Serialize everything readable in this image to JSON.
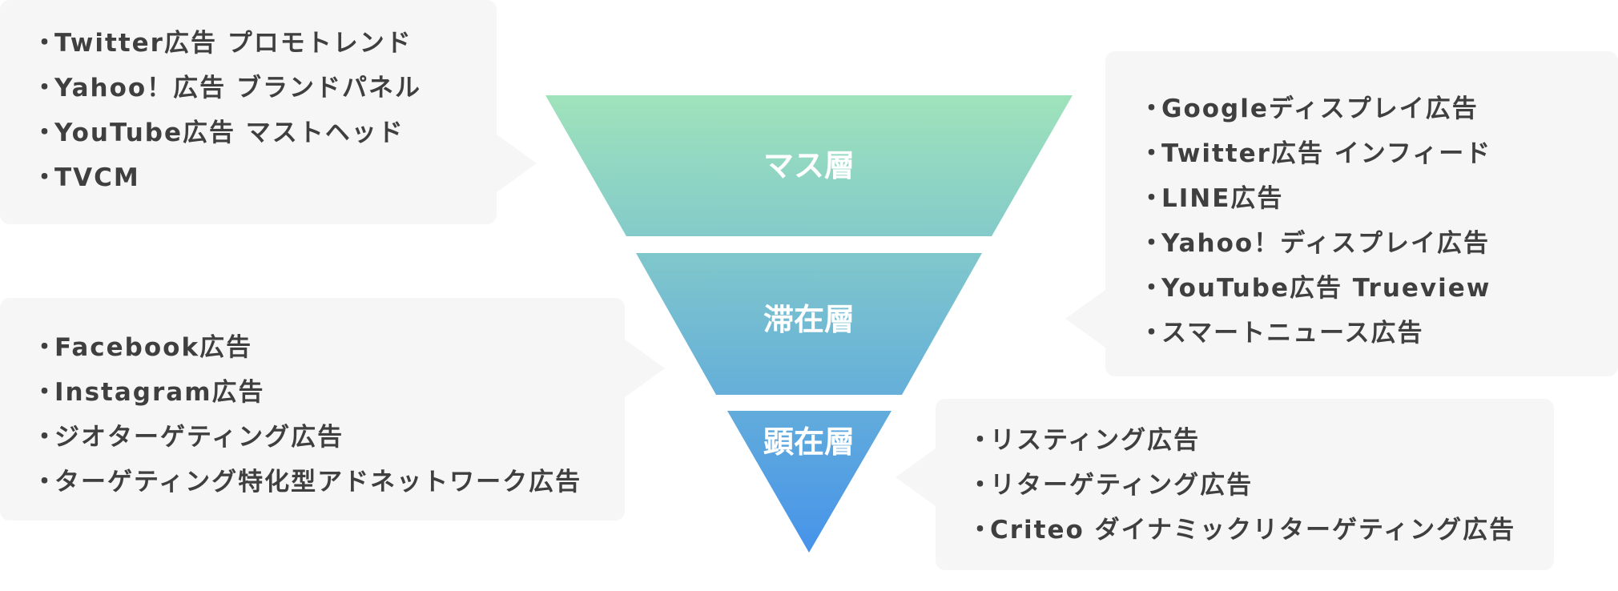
{
  "funnel": {
    "tiers": [
      {
        "label": "マス層"
      },
      {
        "label": "滞在層"
      },
      {
        "label": "顕在層"
      }
    ],
    "colors": {
      "top": "#9fe3bb",
      "bottom": "#4693ea"
    }
  },
  "bubbles": {
    "mass": {
      "items": [
        "Twitter広告 プロモトレンド",
        "Yahoo！広告 ブランドパネル",
        "YouTube広告 マストヘッド",
        "TVCM"
      ]
    },
    "mass_right": {
      "items": [
        "Googleディスプレイ広告",
        "Twitter広告 インフィード",
        "LINE広告",
        "Yahoo！ディスプレイ広告",
        "YouTube広告 Trueview",
        "スマートニュース広告"
      ]
    },
    "stay_left": {
      "items": [
        "Facebook広告",
        "Instagram広告",
        "ジオターゲティング広告",
        "ターゲティング特化型アドネットワーク広告"
      ]
    },
    "aware_right": {
      "items": [
        "リスティング広告",
        "リターゲティング広告",
        "Criteo ダイナミックリターゲティング広告"
      ]
    }
  },
  "bullet": "・",
  "bubble_color": "#f6f6f6"
}
